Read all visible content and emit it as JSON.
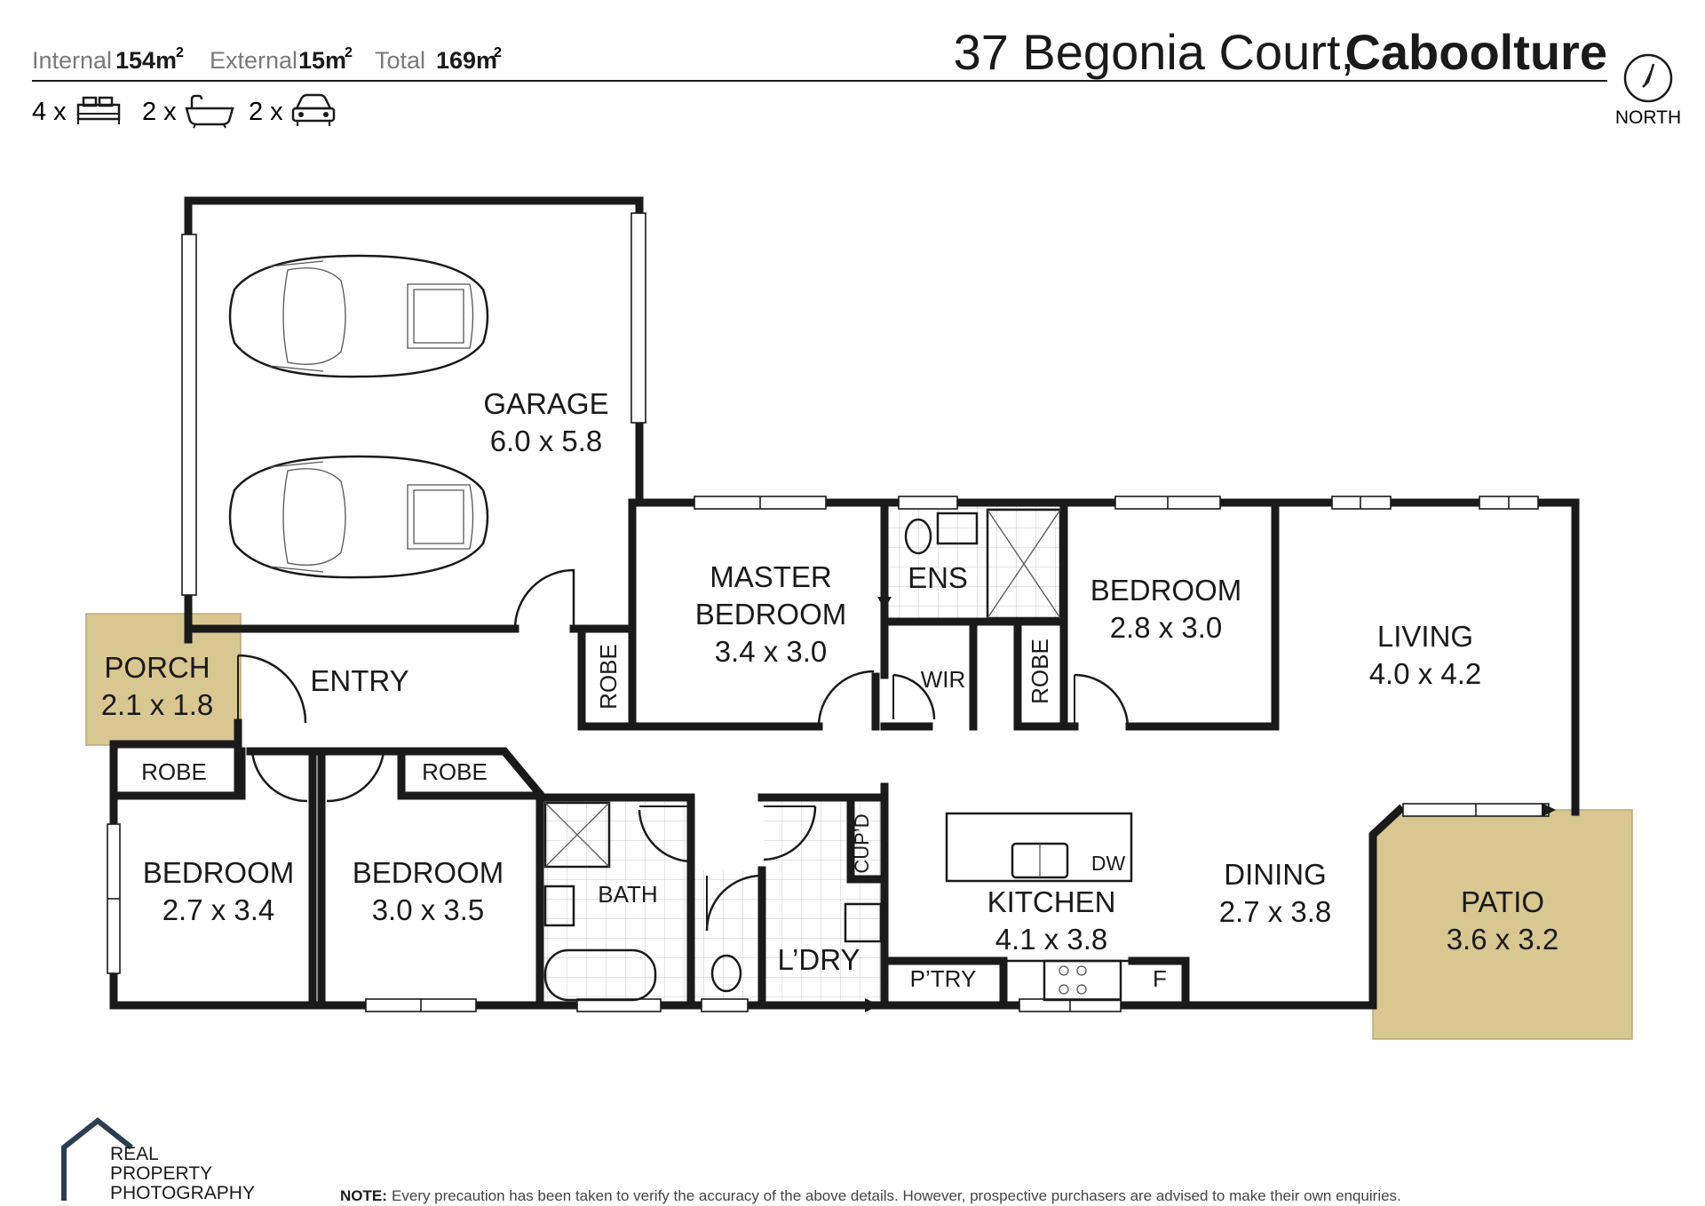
{
  "header": {
    "internal_label": "Internal",
    "internal_value": "154m",
    "external_label": "External",
    "external_value": "15m",
    "total_label": "Total",
    "total_value": "169m",
    "sup": "2",
    "address_street": "37 Begonia Court,",
    "address_suburb": "Caboolture",
    "north_label": "NORTH",
    "beds_count": "4 x",
    "baths_count": "2 x",
    "cars_count": "2 x"
  },
  "rooms": {
    "garage": {
      "name": "GARAGE",
      "size": "6.0 x 5.8"
    },
    "porch": {
      "name": "PORCH",
      "size": "2.1 x 1.8"
    },
    "entry": {
      "name": "ENTRY"
    },
    "master": {
      "name1": "MASTER",
      "name2": "BEDROOM",
      "size": "3.4 x 3.0"
    },
    "ens": {
      "name": "ENS"
    },
    "wir": {
      "name": "WIR"
    },
    "bed_ne": {
      "name": "BEDROOM",
      "size": "2.8 x 3.0"
    },
    "living": {
      "name": "LIVING",
      "size": "4.0 x 4.2"
    },
    "bed_sw": {
      "name": "BEDROOM",
      "size": "2.7 x 3.4"
    },
    "bed_s": {
      "name": "BEDROOM",
      "size": "3.0 x 3.5"
    },
    "bath": {
      "name": "BATH"
    },
    "laundry": {
      "name": "L’DRY"
    },
    "cupd": {
      "name": "CUP’D"
    },
    "kitchen": {
      "name": "KITCHEN",
      "size": "4.1 x 3.8"
    },
    "dw": {
      "name": "DW"
    },
    "pantry": {
      "name": "P’TRY"
    },
    "fridge": {
      "name": "F"
    },
    "dining": {
      "name": "DINING",
      "size": "2.7 x 3.8"
    },
    "patio": {
      "name": "PATIO",
      "size": "3.6 x 3.2"
    },
    "robe_label": "ROBE"
  },
  "footer": {
    "logo_line1": "REAL",
    "logo_line2": "PROPERTY",
    "logo_line3": "PHOTOGRAPHY",
    "note_label": "NOTE:",
    "note_text": "Every precaution has been taken to verify the accuracy of the above details. However, prospective purchasers are advised to make their own enquiries."
  },
  "colors": {
    "outdoor_fill": "#d9c792",
    "wall": "#1a1a1a"
  }
}
